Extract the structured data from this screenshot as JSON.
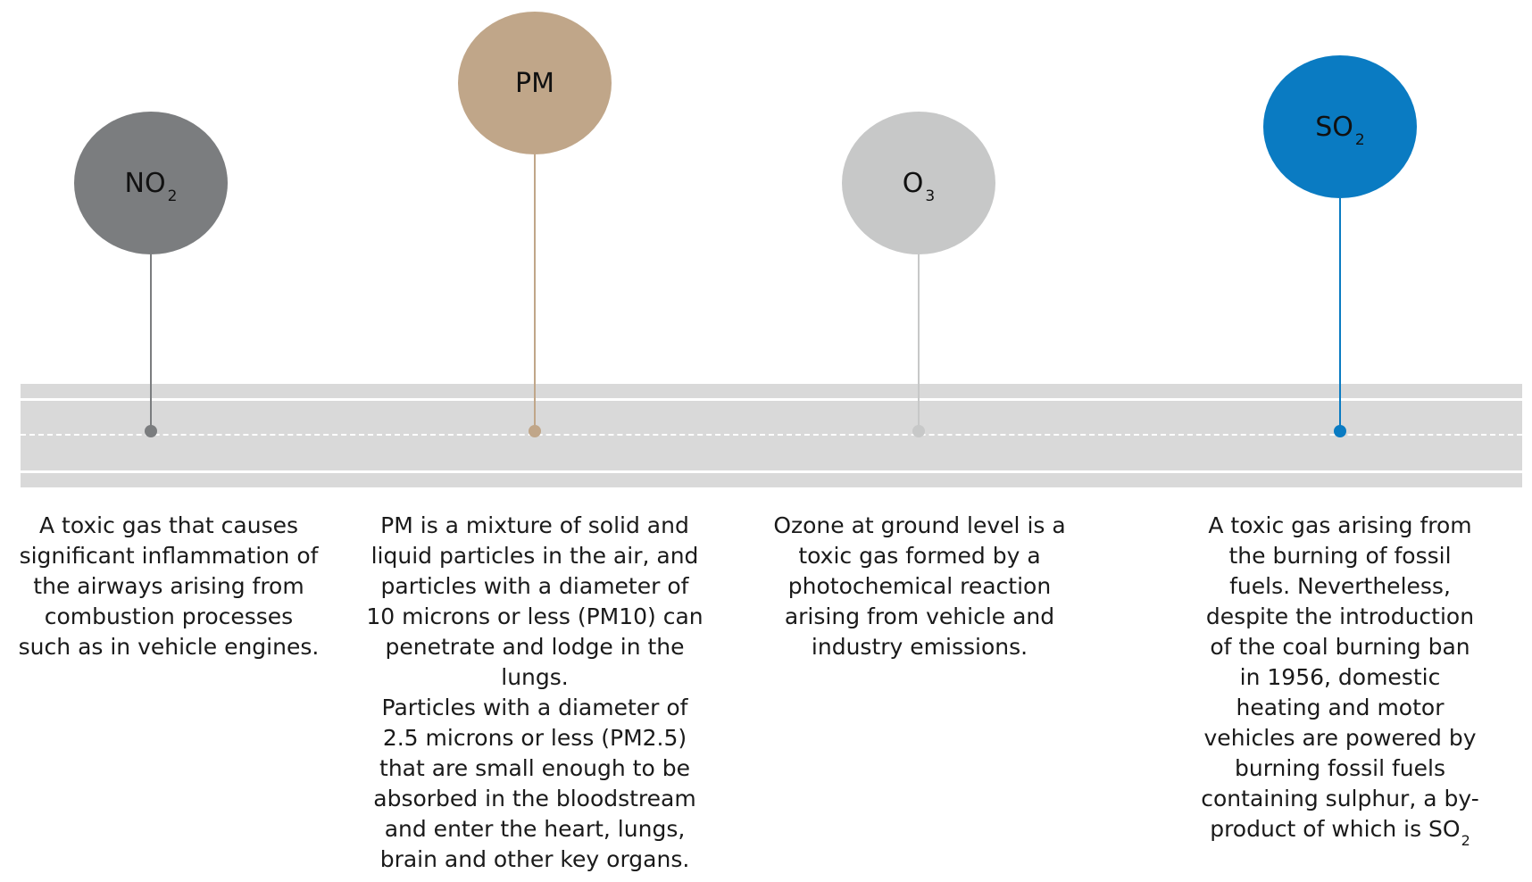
{
  "pollutants": [
    {
      "id": "no2",
      "label": "NO",
      "subscript": "2",
      "color": "#7b7d7f",
      "description": [
        "A toxic gas that causes significant inflammation of the airways arising from combustion processes such as in vehicle engines."
      ]
    },
    {
      "id": "pm",
      "label": "PM",
      "subscript": "",
      "color": "#c0a689",
      "description": [
        "PM is a mixture of solid and liquid particles in the air, and particles with a diameter of 10 microns or less (PM10) can penetrate and lodge in the lungs.",
        "Particles with a diameter of 2.5 microns or less (PM2.5) that are small enough to be absorbed in the bloodstream and enter the heart, lungs, brain and other key organs."
      ]
    },
    {
      "id": "o3",
      "label": "O",
      "subscript": "3",
      "color": "#c7c8c8",
      "description": [
        "Ozone at ground level is a toxic gas formed by a photochemical reaction arising from vehicle and industry emissions."
      ]
    },
    {
      "id": "so2",
      "label": "SO",
      "subscript": "2",
      "color": "#0a7bc2",
      "description": [
        "A toxic gas arising from the burning of fossil fuels. Nevertheless, despite the introduction of the coal burning ban in 1956, domestic heating and motor vehicles are powered by burning fossil fuels containing sulphur, a by-product of which is SO"
      ],
      "description_subscript": "2"
    }
  ],
  "road_color": "#d9d9d9"
}
